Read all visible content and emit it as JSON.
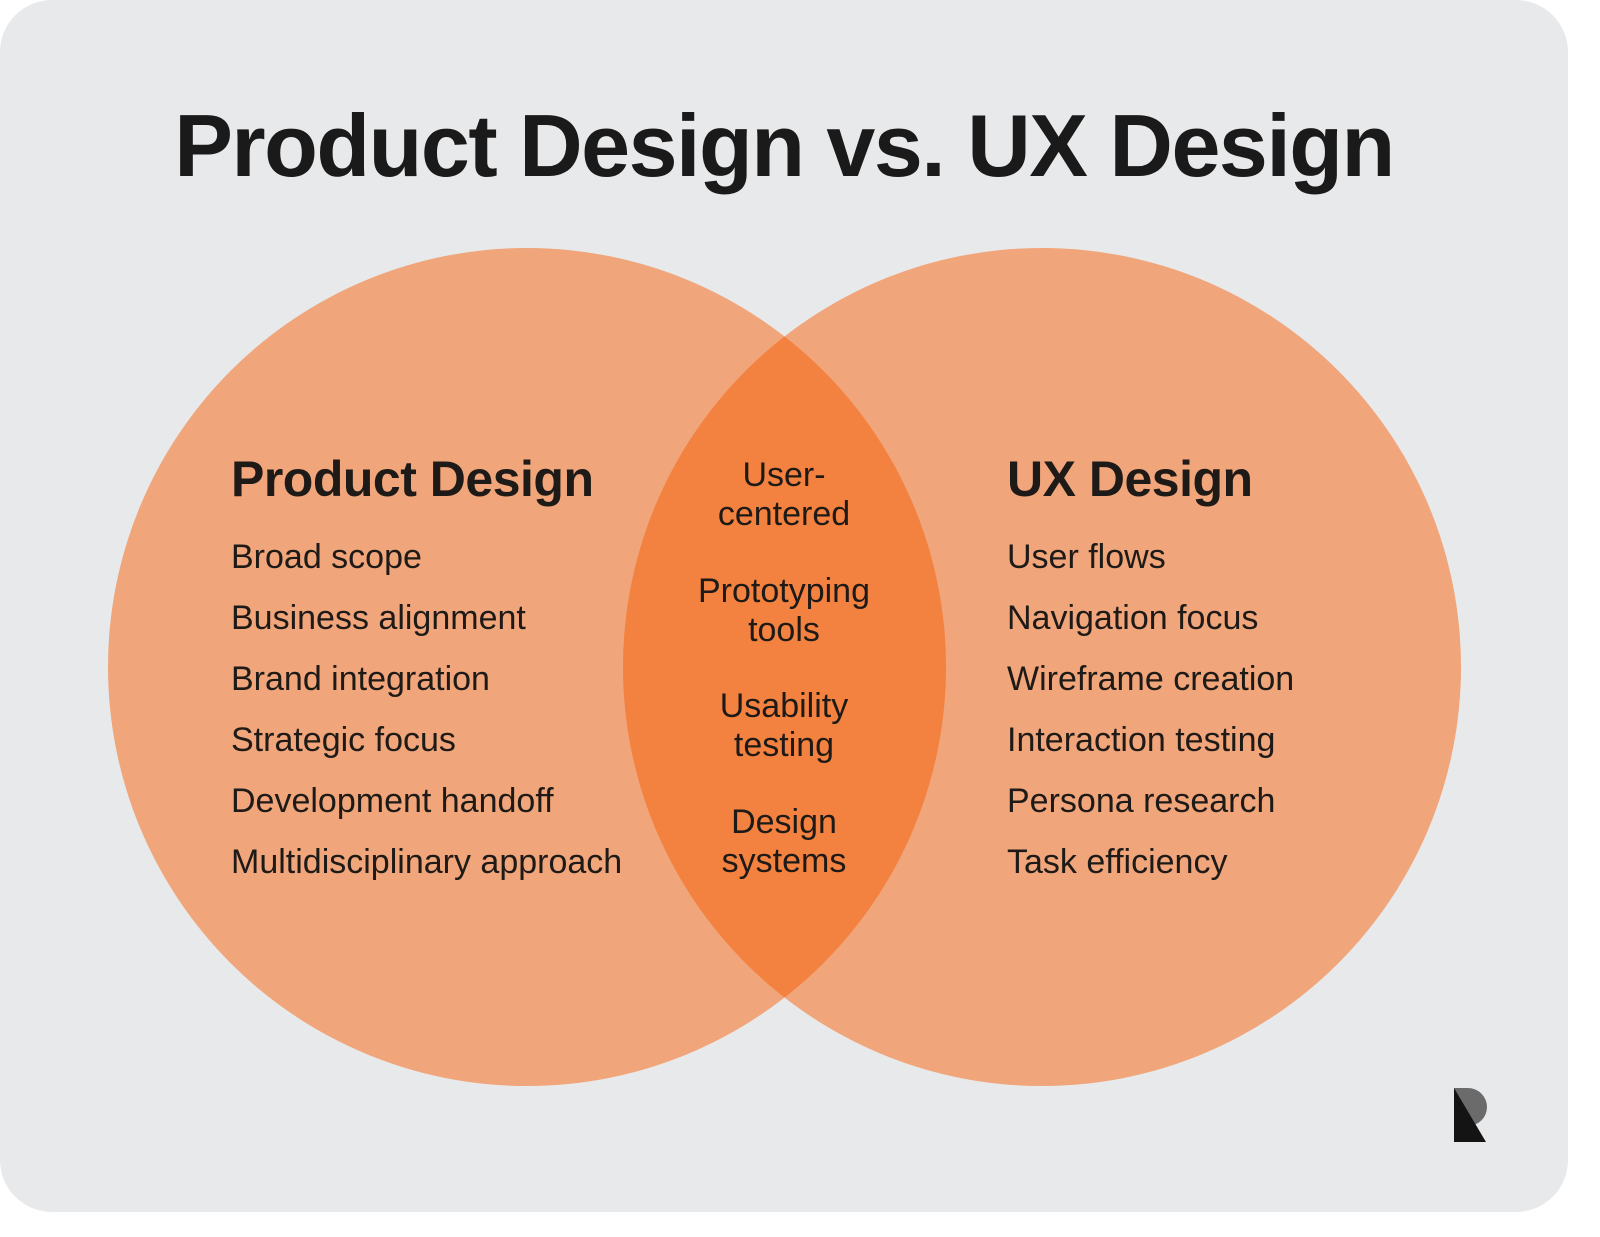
{
  "title": "Product Design vs. UX Design",
  "colors": {
    "background": "#e8e9eb",
    "circle": "#f0a57a",
    "overlap": "#f3813f",
    "text": "#1e1a17"
  },
  "left": {
    "heading": "Product Design",
    "items": [
      "Broad scope",
      "Business alignment",
      "Brand integration",
      "Strategic focus",
      "Development handoff",
      "Multidisciplinary approach"
    ]
  },
  "overlap": {
    "items": [
      {
        "line1": "User-",
        "line2": "centered"
      },
      {
        "line1": "Prototyping",
        "line2": "tools"
      },
      {
        "line1": "Usability",
        "line2": "testing"
      },
      {
        "line1": "Design",
        "line2": "systems"
      }
    ]
  },
  "right": {
    "heading": "UX Design",
    "items": [
      "User flows",
      "Navigation focus",
      "Wireframe creation",
      "Interaction testing",
      "Persona research",
      "Task efficiency"
    ]
  },
  "logo": {
    "icon": "r-logo-icon"
  }
}
